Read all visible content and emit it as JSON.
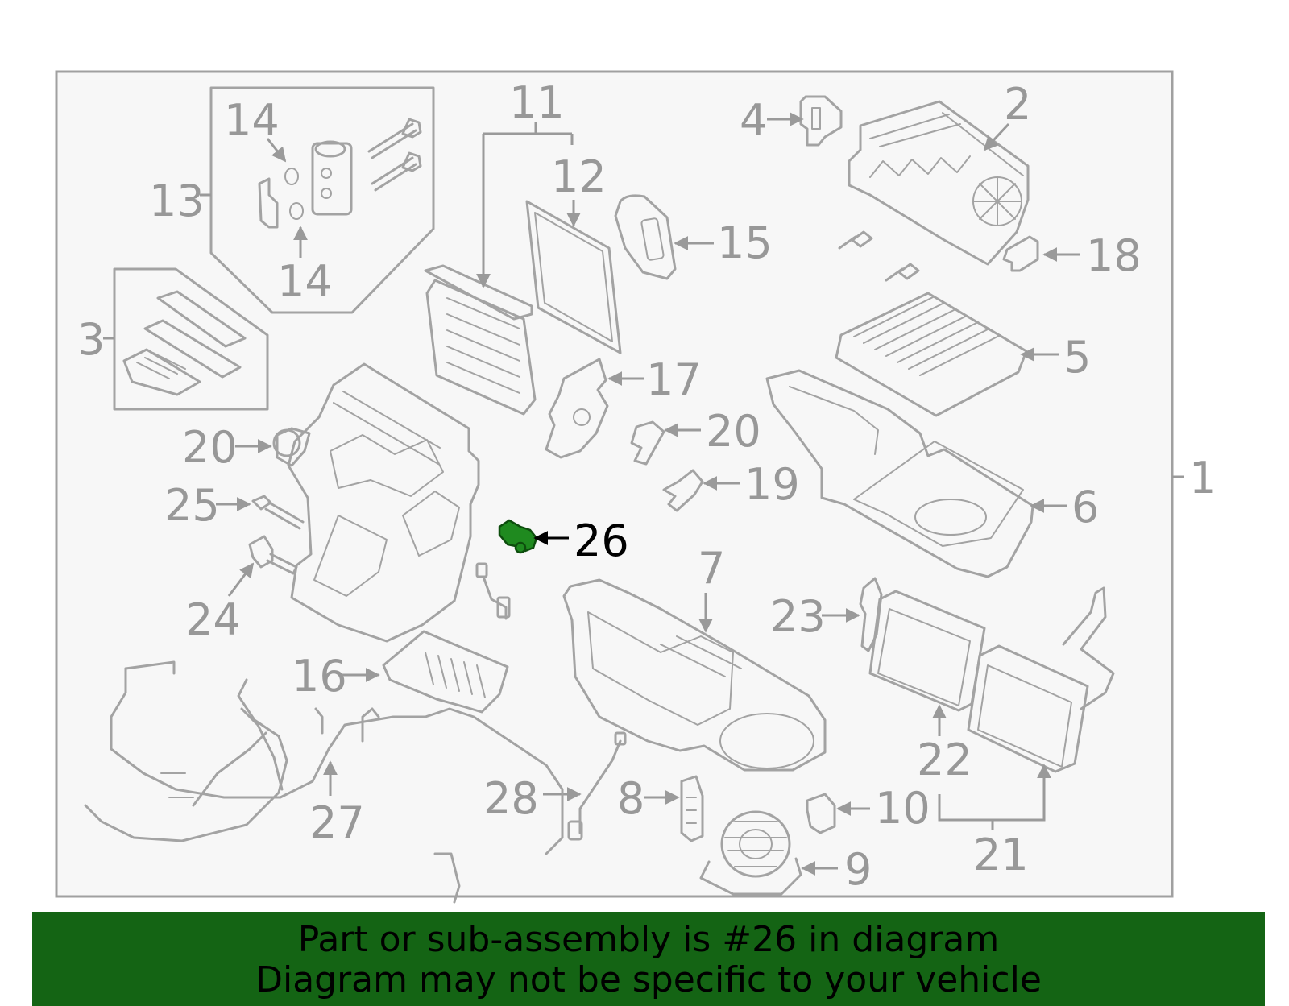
{
  "diagram": {
    "callouts": {
      "c1": "1",
      "c2": "2",
      "c3": "3",
      "c4": "4",
      "c5": "5",
      "c6": "6",
      "c7": "7",
      "c8": "8",
      "c9": "9",
      "c10": "10",
      "c11": "11",
      "c12": "12",
      "c13": "13",
      "c14a": "14",
      "c14b": "14",
      "c15": "15",
      "c16": "16",
      "c17": "17",
      "c18": "18",
      "c19": "19",
      "c20a": "20",
      "c20b": "20",
      "c21": "21",
      "c22": "22",
      "c23": "23",
      "c24": "24",
      "c25": "25",
      "c26": "26",
      "c27": "27",
      "c28": "28"
    },
    "highlighted_part": "26",
    "colors": {
      "line": "#a3a3a3",
      "highlight_part": "#1f8a1f",
      "banner_background": "#146414",
      "panel_background": "#f7f7f7"
    }
  },
  "banner": {
    "line1": "Part or sub-assembly is #26 in diagram",
    "line2": "Diagram may not be specific to your vehicle"
  }
}
